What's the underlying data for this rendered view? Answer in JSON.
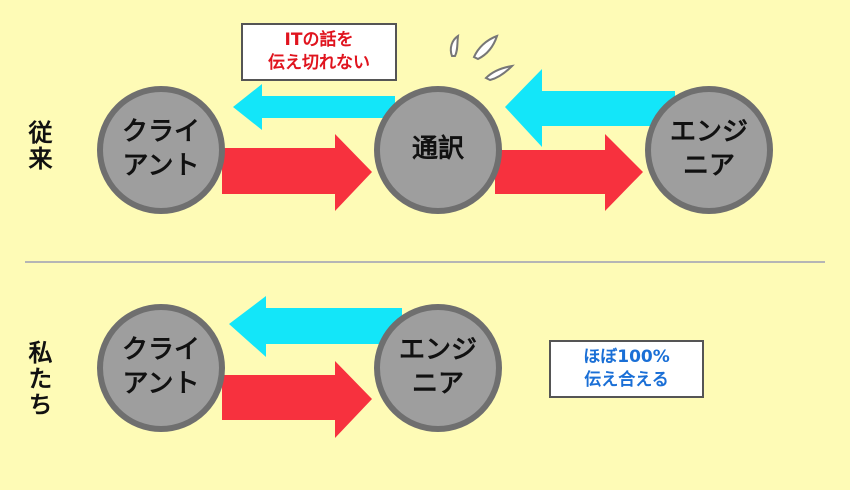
{
  "rows": {
    "conventional": {
      "label": "従来"
    },
    "ours": {
      "label": "私たち"
    }
  },
  "nodes": {
    "client_top": "クライ\nアント",
    "interpreter": "通訳",
    "engineer_top": "エンジ\nニア",
    "client_bottom": "クライ\nアント",
    "engineer_bottom": "エンジ\nニア"
  },
  "callouts": {
    "top": {
      "text": "ITの話を\n伝え切れない",
      "color": "#e0141e"
    },
    "bottom": {
      "text": "ほぼ100%\n伝え合える",
      "color": "#1a6fd6"
    }
  },
  "colors": {
    "background": "#fefbb6",
    "arrow_forward": "#f7313e",
    "arrow_back": "#13e6f9",
    "node_fill": "#9e9e9e",
    "node_border": "#6f6f6f",
    "sweat": "#ffffff"
  },
  "icons": {
    "sweat": "sweat-drops-icon"
  }
}
